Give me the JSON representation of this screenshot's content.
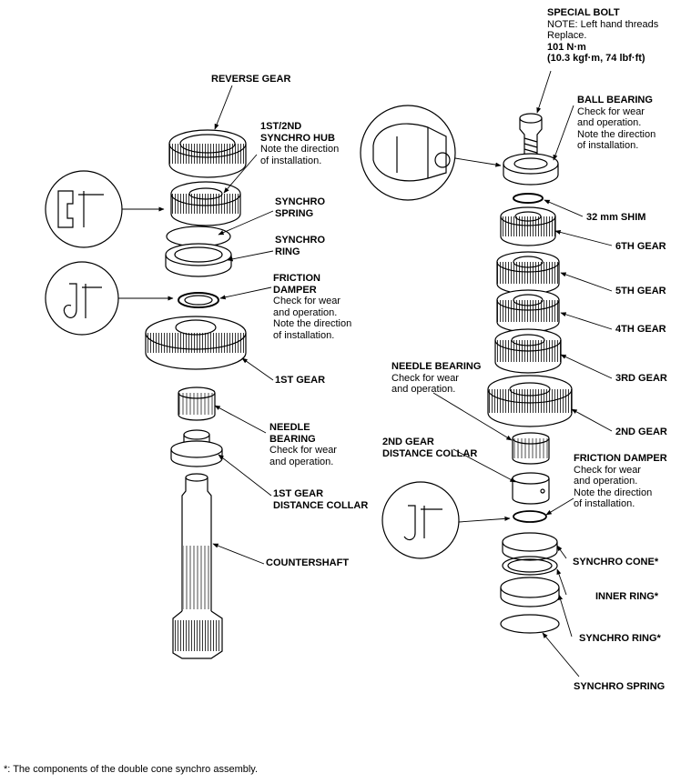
{
  "labels": {
    "reverse_gear": "REVERSE GEAR",
    "hub_title": [
      "1ST/2ND",
      "SYNCHRO HUB"
    ],
    "hub_note": [
      "Note the direction",
      "of installation."
    ],
    "synchro_spring_l": [
      "SYNCHRO",
      "SPRING"
    ],
    "synchro_ring_l": [
      "SYNCHRO",
      "RING"
    ],
    "friction_damper_l": [
      "FRICTION",
      "DAMPER"
    ],
    "friction_damper_l_note": [
      "Check for wear",
      "and operation.",
      "Note the direction",
      "of installation."
    ],
    "first_gear": "1ST GEAR",
    "needle_bearing_l": [
      "NEEDLE",
      "BEARING"
    ],
    "needle_bearing_l_note": [
      "Check for wear",
      "and operation."
    ],
    "first_collar": [
      "1ST GEAR",
      "DISTANCE COLLAR"
    ],
    "countershaft": "COUNTERSHAFT",
    "special_bolt": "SPECIAL BOLT",
    "special_bolt_note": [
      "NOTE: Left hand threads",
      "Replace."
    ],
    "special_bolt_torque": [
      "101 N·m",
      "(10.3 kgf·m, 74 lbf·ft)"
    ],
    "ball_bearing": "BALL BEARING",
    "ball_bearing_note": [
      "Check for wear",
      "and operation.",
      "Note the direction",
      "of installation."
    ],
    "shim": "32 mm SHIM",
    "sixth_gear": "6TH GEAR",
    "fifth_gear": "5TH GEAR",
    "fourth_gear": "4TH GEAR",
    "needle_bearing_r": "NEEDLE BEARING",
    "needle_bearing_r_note": [
      "Check for wear",
      "and operation."
    ],
    "third_gear": "3RD GEAR",
    "second_gear": "2ND GEAR",
    "second_collar": [
      "2ND GEAR",
      "DISTANCE COLLAR"
    ],
    "friction_damper_r": "FRICTION DAMPER",
    "friction_damper_r_note": [
      "Check for wear",
      "and operation.",
      "Note the direction",
      "of installation."
    ],
    "synchro_cone": "SYNCHRO CONE*",
    "inner_ring": "INNER RING*",
    "synchro_ring_r": "SYNCHRO RING*",
    "synchro_spring_r": "SYNCHRO SPRING"
  },
  "footnote": "*: The components of the double cone synchro assembly."
}
